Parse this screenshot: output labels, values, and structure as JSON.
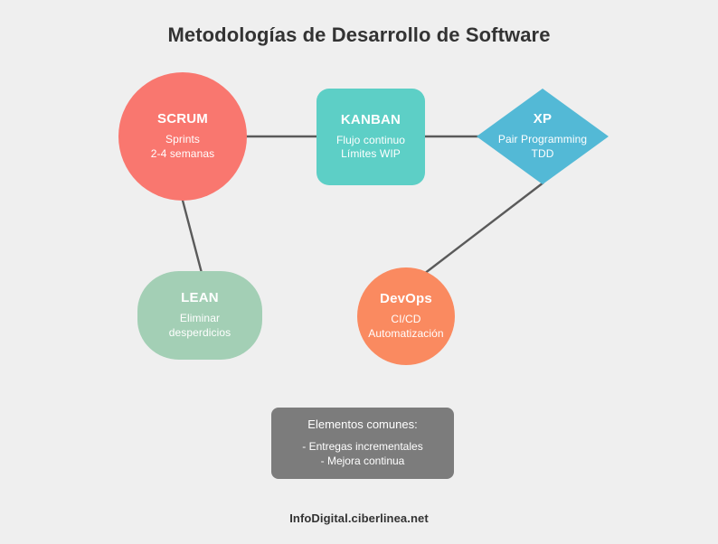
{
  "header": {
    "title": "Metodologías de Desarrollo de Software"
  },
  "footer": {
    "text": "InfoDigital.ciberlinea.net"
  },
  "colors": {
    "background": "#efefef",
    "title_text": "#333333",
    "edge": "#5a5a5a",
    "scrum": "#f9776f",
    "kanban": "#5dcfc6",
    "xp": "#53b9d6",
    "lean": "#a3cfb5",
    "devops": "#fa8a60",
    "note_box": "#7c7c7c",
    "node_text": "#ffffff"
  },
  "diagram": {
    "nodes": [
      {
        "id": "scrum",
        "shape": "circle",
        "title": "SCRUM",
        "line1": "Sprints",
        "line2": "2-4 semanas",
        "color": "#f9776f"
      },
      {
        "id": "kanban",
        "shape": "rounded-rectangle",
        "title": "KANBAN",
        "line1": "Flujo continuo",
        "line2": "Límites WIP",
        "color": "#5dcfc6"
      },
      {
        "id": "xp",
        "shape": "diamond",
        "title": "XP",
        "line1": "Pair Programming",
        "line2": "TDD",
        "color": "#53b9d6"
      },
      {
        "id": "lean",
        "shape": "superellipse",
        "title": "LEAN",
        "line1": "Eliminar",
        "line2": "desperdicios",
        "color": "#a3cfb5"
      },
      {
        "id": "devops",
        "shape": "circle",
        "title": "DevOps",
        "line1": "CI/CD",
        "line2": "Automatización",
        "color": "#fa8a60"
      }
    ],
    "edges": [
      {
        "from": "scrum",
        "to": "kanban"
      },
      {
        "from": "kanban",
        "to": "xp"
      },
      {
        "from": "scrum",
        "to": "lean"
      },
      {
        "from": "xp",
        "to": "devops"
      }
    ]
  },
  "note": {
    "heading": "Elementos comunes:",
    "items": [
      "- Entregas incrementales",
      "- Mejora continua"
    ]
  }
}
